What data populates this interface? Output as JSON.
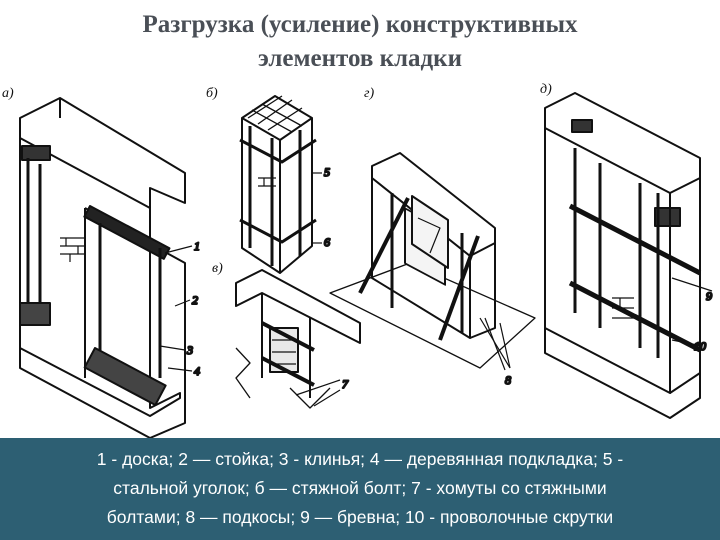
{
  "slide": {
    "title_line1": "Разгрузка (усиление) конструктивных",
    "title_line2": "элементов кладки",
    "caption_line1": "1 - доска; 2 — стойка; 3 - клинья; 4 — деревянная подкладка; 5 -",
    "caption_line2": "стальной уголок; б — стяжной болт; 7 - хомуты со стяжными",
    "caption_line3": "болтами; 8 — подкосы; 9 — бревна; 10 - проволочные скрутки"
  },
  "figure": {
    "panels": {
      "a": "а)",
      "b": "б)",
      "v": "в)",
      "g": "г)",
      "d": "д)"
    },
    "callouts": [
      "1",
      "2",
      "3",
      "4",
      "5",
      "6",
      "7",
      "8",
      "9",
      "10"
    ]
  }
}
